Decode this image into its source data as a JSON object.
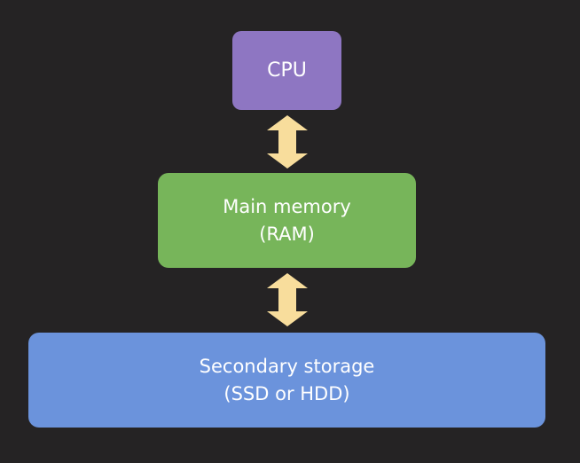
{
  "nodes": {
    "cpu": {
      "line1": "CPU"
    },
    "ram": {
      "line1": "Main memory",
      "line2": "(RAM)"
    },
    "storage": {
      "line1": "Secondary storage",
      "line2": "(SSD or HDD)"
    }
  },
  "colors": {
    "background": "#252324",
    "cpu": "#8e76c2",
    "ram": "#77b55a",
    "storage": "#6b93dc",
    "arrow": "#f8dd9c"
  },
  "arrows": [
    {
      "from": "cpu",
      "to": "ram",
      "type": "bidirectional"
    },
    {
      "from": "ram",
      "to": "storage",
      "type": "bidirectional"
    }
  ]
}
